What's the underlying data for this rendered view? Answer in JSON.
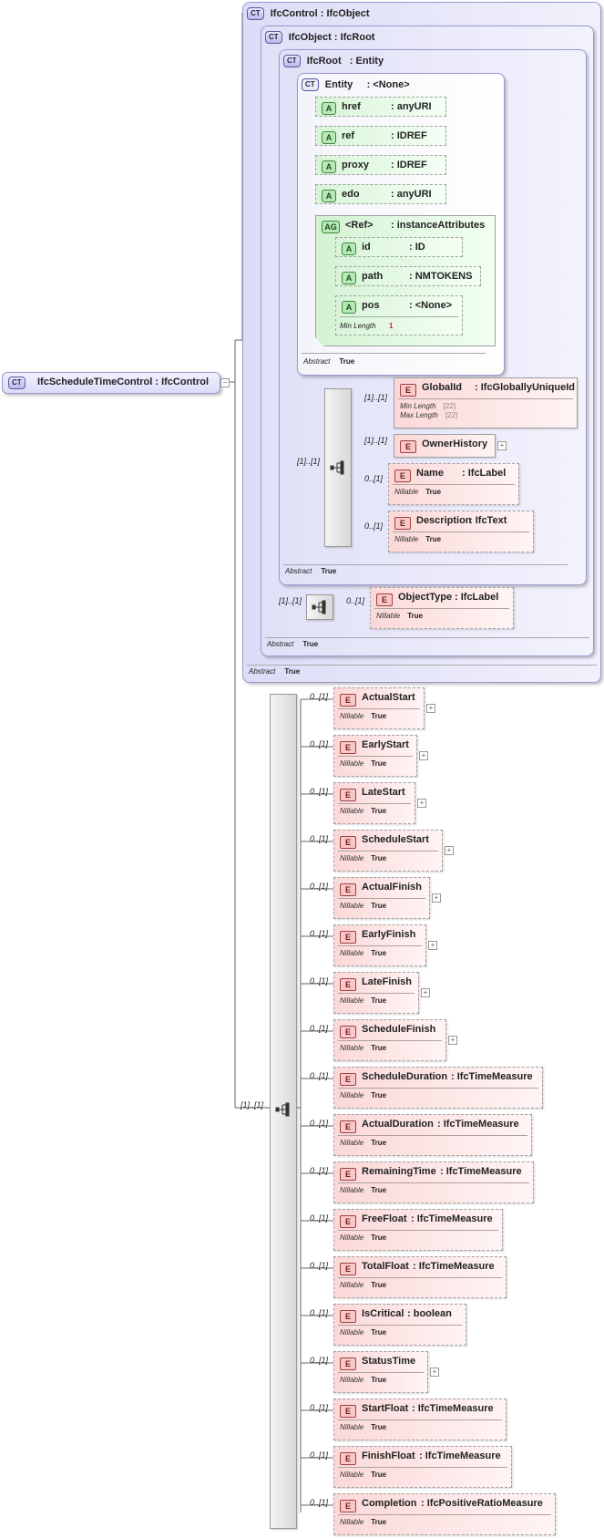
{
  "root_element": {
    "badge": "CT",
    "label": "IfcScheduleTimeControl : IfcControl",
    "collapse_symbol": "−"
  },
  "types": {
    "ifc_control": {
      "badge": "CT",
      "label": "IfcControl : IfcObject",
      "abstract_label": "Abstract",
      "abstract_value": "True"
    },
    "ifc_object": {
      "badge": "CT",
      "label": "IfcObject : IfcRoot",
      "abstract_label": "Abstract",
      "abstract_value": "True"
    },
    "ifc_root": {
      "badge": "CT",
      "label": "IfcRoot   : Entity",
      "abstract_label": "Abstract",
      "abstract_value": "True"
    },
    "entity": {
      "badge": "CT",
      "label": "Entity     : <None>",
      "abstract_label": "Abstract",
      "abstract_value": "True"
    }
  },
  "entity_attributes": [
    {
      "badge": "A",
      "name": "href",
      "type": ": anyURI"
    },
    {
      "badge": "A",
      "name": "ref",
      "type": ": IDREF"
    },
    {
      "badge": "A",
      "name": "proxy",
      "type": ": IDREF"
    },
    {
      "badge": "A",
      "name": "edo",
      "type": ": anyURI"
    }
  ],
  "attribute_group": {
    "badge": "AG",
    "name": "<Ref>",
    "type": ": instanceAttributes",
    "attributes": [
      {
        "badge": "A",
        "name": "id",
        "type": ": ID"
      },
      {
        "badge": "A",
        "name": "path",
        "type": ": NMTOKENS"
      },
      {
        "badge": "A",
        "name": "pos",
        "type": ": <None>",
        "facet_label": "Min Length",
        "facet_value": "1"
      }
    ]
  },
  "root_sequence": {
    "cardinality": "[1]..[1]",
    "elements": [
      {
        "badge": "E",
        "name": "GlobalId",
        "type": ": IfcGloballyUniqueId",
        "cardinality": "[1]..[1]",
        "facet1_label": "Min Length",
        "facet1_value": "[22]",
        "facet2_label": "Max Length",
        "facet2_value": "[22]"
      },
      {
        "badge": "E",
        "name": "OwnerHistory",
        "type": "",
        "cardinality": "[1]..[1]"
      },
      {
        "badge": "E",
        "name": "Name",
        "type": ": IfcLabel",
        "cardinality": "0..[1]",
        "prop_label": "Nillable",
        "prop_value": "True"
      },
      {
        "badge": "E",
        "name": "Description",
        "type": ": IfcText",
        "cardinality": "0..[1]",
        "prop_label": "Nillable",
        "prop_value": "True"
      }
    ]
  },
  "object_sequence": {
    "cardinality": "[1]..[1]",
    "element": {
      "badge": "E",
      "name": "ObjectType",
      "type": ": IfcLabel",
      "cardinality": "0..[1]",
      "prop_label": "Nillable",
      "prop_value": "True"
    }
  },
  "main_sequence": {
    "cardinality": "[1]..[1]",
    "elements": [
      {
        "badge": "E",
        "name": "ActualStart",
        "type": "",
        "cardinality": "0..[1]",
        "prop_label": "Nillable",
        "prop_value": "True"
      },
      {
        "badge": "E",
        "name": "EarlyStart",
        "type": "",
        "cardinality": "0..[1]",
        "prop_label": "Nillable",
        "prop_value": "True"
      },
      {
        "badge": "E",
        "name": "LateStart",
        "type": "",
        "cardinality": "0..[1]",
        "prop_label": "Nillable",
        "prop_value": "True"
      },
      {
        "badge": "E",
        "name": "ScheduleStart",
        "type": "",
        "cardinality": "0..[1]",
        "prop_label": "Nillable",
        "prop_value": "True"
      },
      {
        "badge": "E",
        "name": "ActualFinish",
        "type": "",
        "cardinality": "0..[1]",
        "prop_label": "Nillable",
        "prop_value": "True"
      },
      {
        "badge": "E",
        "name": "EarlyFinish",
        "type": "",
        "cardinality": "0..[1]",
        "prop_label": "Nillable",
        "prop_value": "True"
      },
      {
        "badge": "E",
        "name": "LateFinish",
        "type": "",
        "cardinality": "0..[1]",
        "prop_label": "Nillable",
        "prop_value": "True"
      },
      {
        "badge": "E",
        "name": "ScheduleFinish",
        "type": "",
        "cardinality": "0..[1]",
        "prop_label": "Nillable",
        "prop_value": "True"
      },
      {
        "badge": "E",
        "name": "ScheduleDuration",
        "type": ": IfcTimeMeasure",
        "cardinality": "0..[1]",
        "prop_label": "Nillable",
        "prop_value": "True"
      },
      {
        "badge": "E",
        "name": "ActualDuration",
        "type": ": IfcTimeMeasure",
        "cardinality": "0..[1]",
        "prop_label": "Nillable",
        "prop_value": "True"
      },
      {
        "badge": "E",
        "name": "RemainingTime",
        "type": ": IfcTimeMeasure",
        "cardinality": "0..[1]",
        "prop_label": "Nillable",
        "prop_value": "True"
      },
      {
        "badge": "E",
        "name": "FreeFloat",
        "type": ": IfcTimeMeasure",
        "cardinality": "0..[1]",
        "prop_label": "Nillable",
        "prop_value": "True"
      },
      {
        "badge": "E",
        "name": "TotalFloat",
        "type": ": IfcTimeMeasure",
        "cardinality": "0..[1]",
        "prop_label": "Nillable",
        "prop_value": "True"
      },
      {
        "badge": "E",
        "name": "IsCritical",
        "type": ": boolean",
        "cardinality": "0..[1]",
        "prop_label": "Nillable",
        "prop_value": "True"
      },
      {
        "badge": "E",
        "name": "StatusTime",
        "type": "",
        "cardinality": "0..[1]",
        "prop_label": "Nillable",
        "prop_value": "True"
      },
      {
        "badge": "E",
        "name": "StartFloat",
        "type": ": IfcTimeMeasure",
        "cardinality": "0..[1]",
        "prop_label": "Nillable",
        "prop_value": "True"
      },
      {
        "badge": "E",
        "name": "FinishFloat",
        "type": ": IfcTimeMeasure",
        "cardinality": "0..[1]",
        "prop_label": "Nillable",
        "prop_value": "True"
      },
      {
        "badge": "E",
        "name": "Completion",
        "type": ": IfcPositiveRatioMeasure",
        "cardinality": "0..[1]",
        "prop_label": "Nillable",
        "prop_value": "True"
      }
    ]
  },
  "colors": {
    "complex_type_fill": "#dcdcf7",
    "attribute_fill": "#d8f4d8",
    "element_fill": "#fbd8d8",
    "facet_value_red": "#e02020"
  }
}
